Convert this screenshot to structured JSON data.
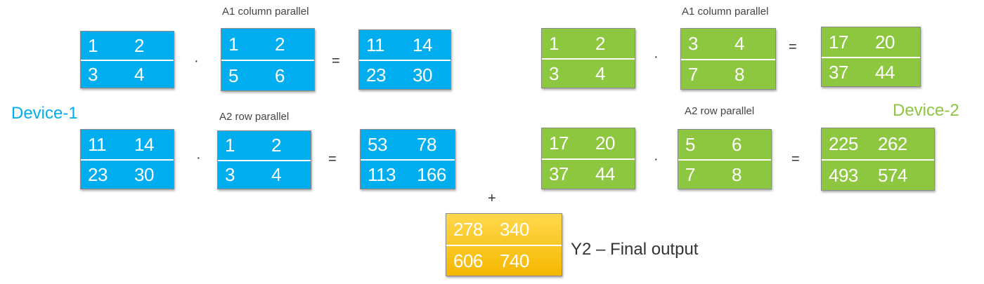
{
  "labels": {
    "a1_left": "A1 column parallel",
    "a2_left": "A2 row parallel",
    "a1_right": "A1 column parallel",
    "a2_right": "A2 row parallel",
    "device1": "Device-1",
    "device2": "Device-2",
    "final": "Y2 – Final output"
  },
  "ops": {
    "dot": "·",
    "eq": "=",
    "plus": "+"
  },
  "colors": {
    "device1": "#00aeef",
    "device2": "#8dc63f",
    "final": "#f5b800"
  },
  "matrices": {
    "d1_x": [
      [
        "1",
        "2"
      ],
      [
        "3",
        "4"
      ]
    ],
    "d1_w1": [
      [
        "1",
        "2"
      ],
      [
        "5",
        "6"
      ]
    ],
    "d1_h": [
      [
        "11",
        "14"
      ],
      [
        "23",
        "30"
      ]
    ],
    "d1_h2": [
      [
        "11",
        "14"
      ],
      [
        "23",
        "30"
      ]
    ],
    "d1_w2": [
      [
        "1",
        "2"
      ],
      [
        "3",
        "4"
      ]
    ],
    "d1_y": [
      [
        "53",
        "78"
      ],
      [
        "113",
        "166"
      ]
    ],
    "d2_x": [
      [
        "1",
        "2"
      ],
      [
        "3",
        "4"
      ]
    ],
    "d2_w1": [
      [
        "3",
        "4"
      ],
      [
        "7",
        "8"
      ]
    ],
    "d2_h": [
      [
        "17",
        "20"
      ],
      [
        "37",
        "44"
      ]
    ],
    "d2_h2": [
      [
        "17",
        "20"
      ],
      [
        "37",
        "44"
      ]
    ],
    "d2_w2": [
      [
        "5",
        "6"
      ],
      [
        "7",
        "8"
      ]
    ],
    "d2_y": [
      [
        "225",
        "262"
      ],
      [
        "493",
        "574"
      ]
    ],
    "final": [
      [
        "278",
        "340"
      ],
      [
        "606",
        "740"
      ]
    ]
  }
}
